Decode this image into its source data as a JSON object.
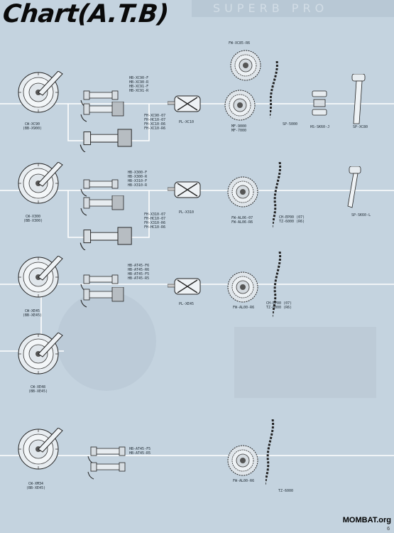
{
  "title": "Chart(A.T.B)",
  "colors": {
    "line": "#ffffff",
    "ink": "#1a1a1a",
    "metal": "#dde3e8",
    "background": "#c4d3df"
  },
  "labels": {
    "r1_crank": "CW-XC90\n(BB-X900)",
    "r1_hub_front": "HB-XC90-F\nHB-XC90-R\nHB-XC91-F\nHB-XC91-R",
    "r1_hub_rear": "FH-XC90-07\nFH-HC10-07\nFH-XC10-R6\nFH-XC10-R6",
    "r1_pedal": "PL-XC10",
    "r1_fw_top": "FW-XC85-R6",
    "r1_fw": "MF-9000\nMF-7000",
    "r1_chain": "SP-5000",
    "r1_headset": "HS-SK60-J",
    "r1_seatpost": "SP-XC80",
    "r2_crank": "CW-X300\n(BB-X300)",
    "r2_hub_front": "HB-X300-F\nHB-X300-R\nHB-X310-F\nHB-X310-R",
    "r2_hub_rear": "FH-X310-07\nFH-HC10-07\nFH-X310-R6\nFH-HC10-R6",
    "r2_pedal": "PL-X310",
    "r2_fw": "FW-AL06-07\nFW-AL06-R6",
    "r2_chain": "CH-EP00 (07)\nTZ-6000 (R6)",
    "r2_seatpost": "SP-SK60-L",
    "r3_crank": "CW-XE45\n(BB-XE45)",
    "r3_hub": "HB-AT45-F6\nHB-AT45-R6\nHB-AT45-F5\nHB-AT45-R5",
    "r3_pedal": "PL-XE45",
    "r3_fw": "FW-AL00-R6",
    "r3_chain": "CH-EP00 (07)\nTZ-6000 (R6)",
    "r4_crank": "CW-XE48\n(BB-XE45)",
    "r5_crank": "CW-XM34\n(BB-XE45)",
    "r5_hub": "HB-AT45-F5\nHB-AT45-R5",
    "r5_fw": "FW-AL00-R6",
    "r5_chain": "TZ-6000"
  },
  "watermark": "MOMBAT.org",
  "page_number": "6"
}
